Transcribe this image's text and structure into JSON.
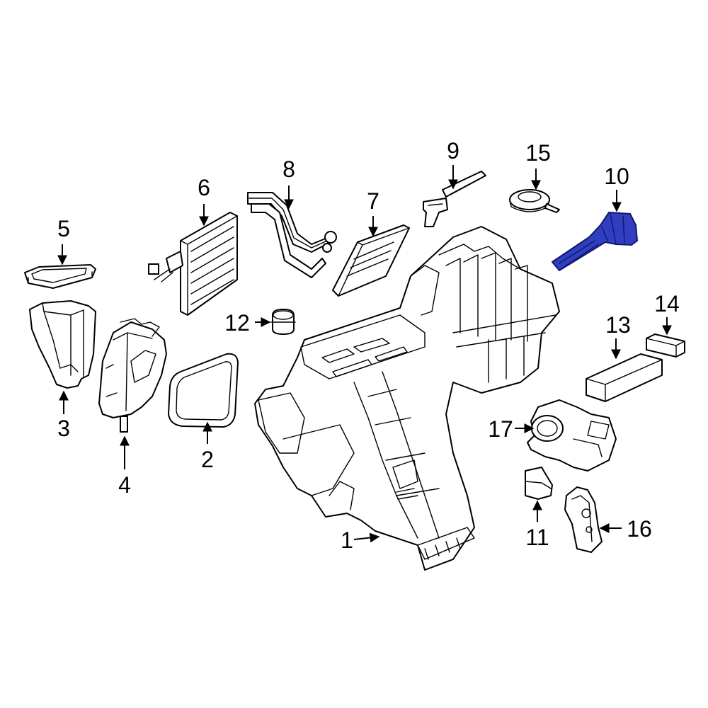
{
  "colors": {
    "line": "#000000",
    "background": "#ffffff",
    "highlight_fill": "#2f3fbf",
    "highlight_stroke": "#10186e"
  },
  "highlighted_part": "10",
  "callouts": {
    "c1": "1",
    "c2": "2",
    "c3": "3",
    "c4": "4",
    "c5": "5",
    "c6": "6",
    "c7": "7",
    "c8": "8",
    "c9": "9",
    "c10": "10",
    "c11": "11",
    "c12": "12",
    "c13": "13",
    "c14": "14",
    "c15": "15",
    "c16": "16",
    "c17": "17"
  }
}
